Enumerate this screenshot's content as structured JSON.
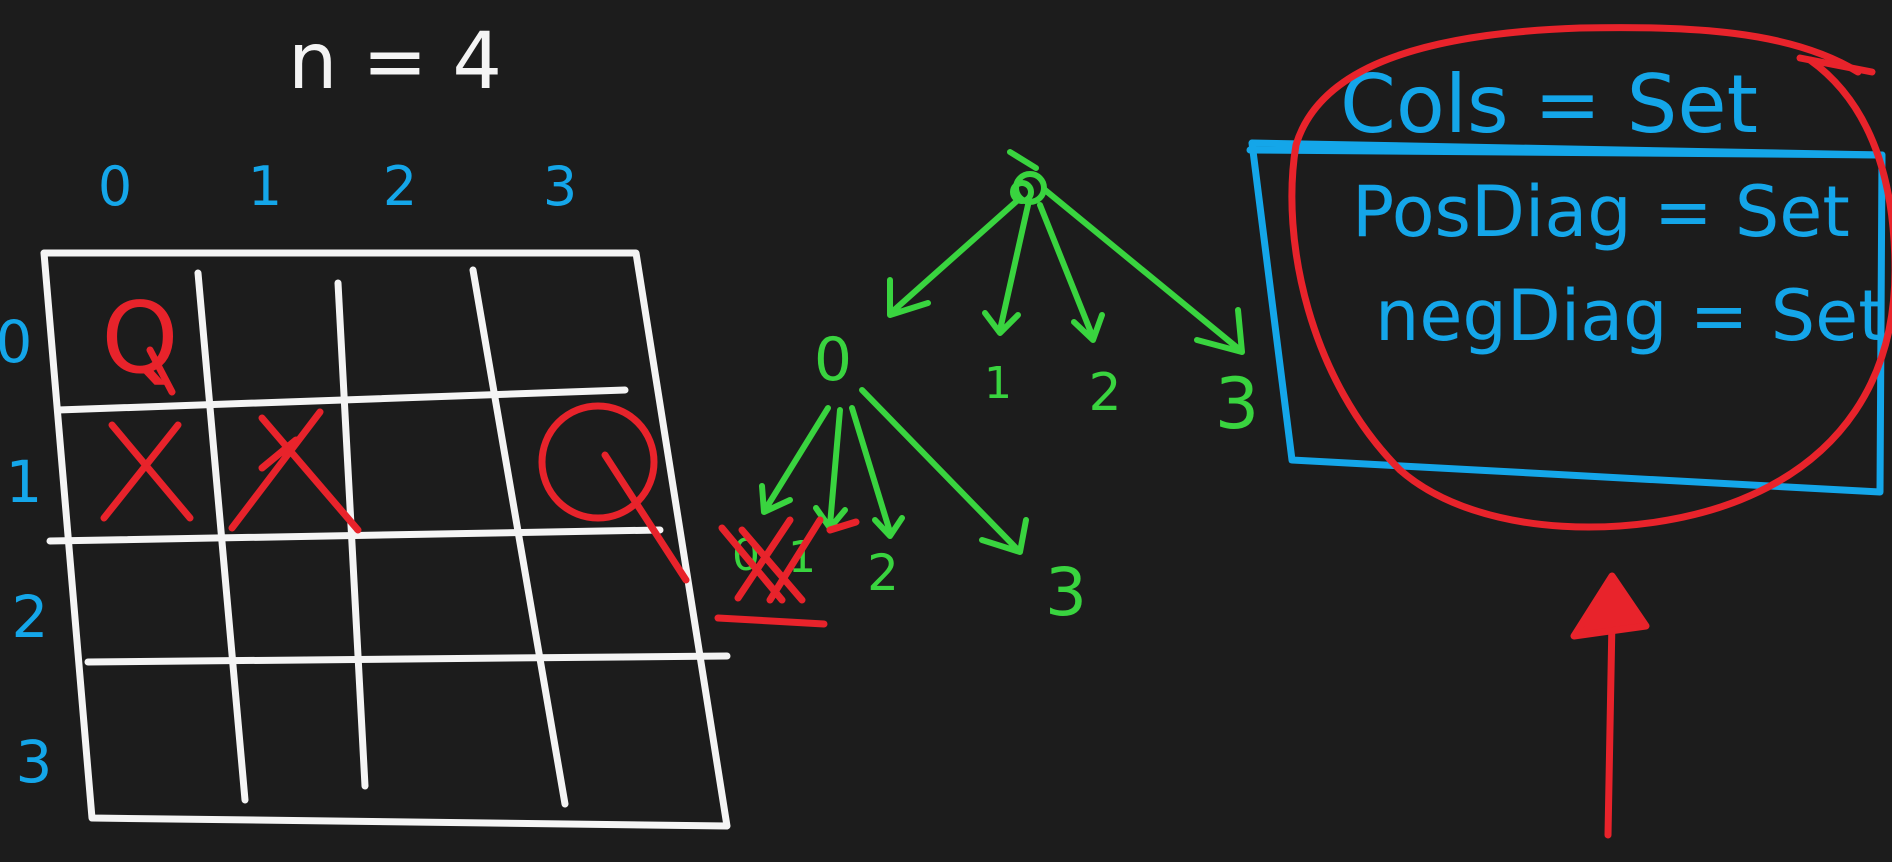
{
  "title": "n = 4",
  "board": {
    "col_labels": [
      "0",
      "1",
      "2",
      "3"
    ],
    "row_labels": [
      "0",
      "1",
      "2",
      "3"
    ],
    "queen_symbol": "Q",
    "blocked_symbol": "X"
  },
  "tree": {
    "root_children": [
      "0",
      "1",
      "2",
      "3"
    ],
    "child_children": [
      "0",
      "1",
      "2",
      "3"
    ]
  },
  "sets": {
    "cols": "Cols = Set",
    "pos_diag": "PosDiag = Set",
    "neg_diag": "negDiag = Set"
  },
  "colors": {
    "background": "#1c1c1c",
    "board": "#f4f4f4",
    "labels": "#14a6e9",
    "tree": "#39d43f",
    "marks": "#e8232b"
  }
}
